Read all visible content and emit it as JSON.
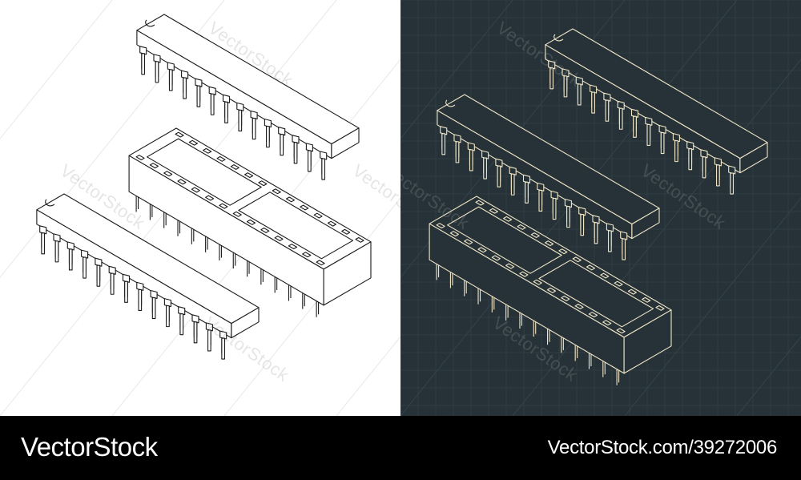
{
  "watermark": "VectorStock",
  "footer": {
    "brand": "VectorStock",
    "url": "VectorStock.com/39272006"
  },
  "colors": {
    "light_background": "#ffffff",
    "light_line": "#1a1a1a",
    "dark_background": "#263238",
    "dark_line": "#f1e7c8",
    "footer_background": "#000000",
    "footer_text": "#ffffff"
  },
  "panels": [
    {
      "name": "light-drawing",
      "style": "black lines on white"
    },
    {
      "name": "dark-drawing",
      "style": "cream lines on blueprint grid"
    }
  ],
  "components": [
    "dip-chip",
    "dip-socket",
    "dip-chip"
  ]
}
